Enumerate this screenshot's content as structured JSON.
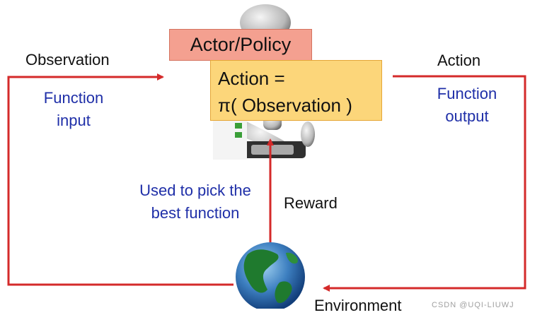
{
  "diagram": {
    "actor_label": "Actor/Policy",
    "policy_line1": "Action =",
    "policy_line2": "π( Observation )",
    "observation_label": "Observation",
    "action_label": "Action",
    "function_input": [
      "Function",
      "input"
    ],
    "function_output": [
      "Function",
      "output"
    ],
    "reward_label": "Reward",
    "reward_note": [
      "Used to pick the",
      "best function"
    ],
    "environment_label": "Environment",
    "watermark": "CSDN @UQI-LIUWJ"
  },
  "colors": {
    "arrow": "#d42a2a",
    "blue_text": "#1f2fa8",
    "actor_fill": "#f4a090",
    "policy_fill": "#fcd67a"
  },
  "icons": [
    "robot-icon",
    "globe-icon"
  ]
}
